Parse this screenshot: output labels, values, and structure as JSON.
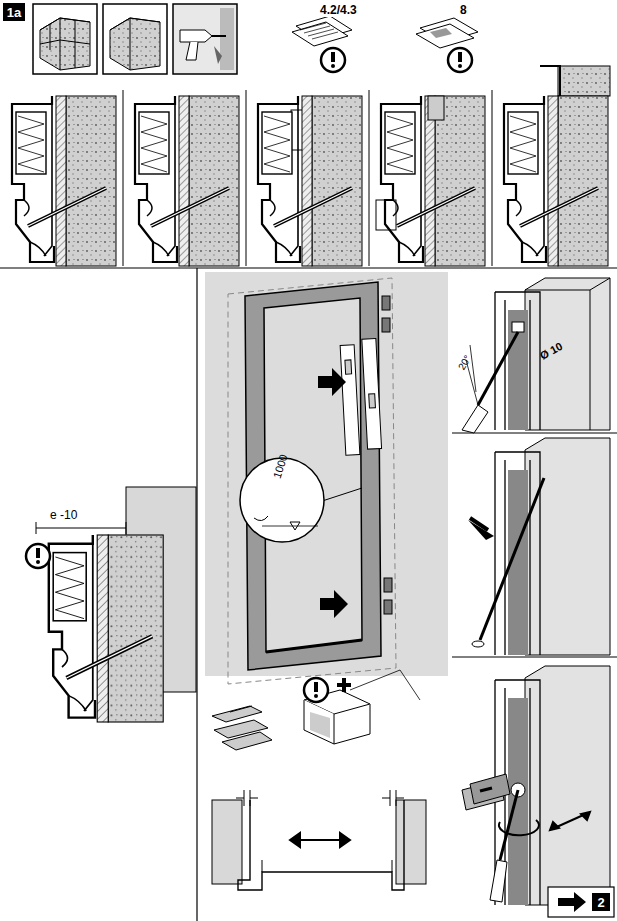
{
  "diagram": {
    "nodes": [
      {
        "text": [
          "1a"
        ]
      },
      {
        "text": [
          "2"
        ]
      }
    ],
    "labels": [
      "4.2/4.3",
      "8",
      "e -10",
      "1000",
      "Ø 10",
      "20°"
    ]
  }
}
